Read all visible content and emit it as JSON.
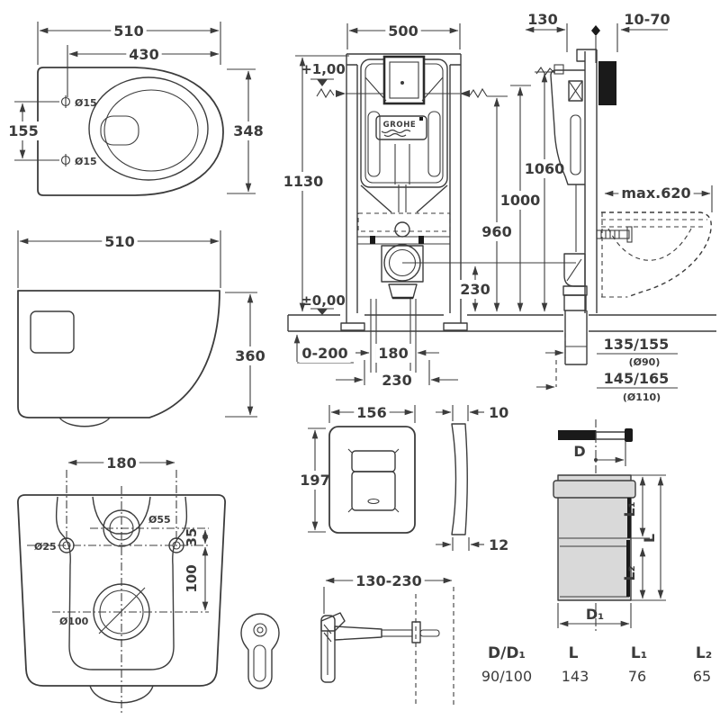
{
  "meta": {
    "background": "#ffffff",
    "line_color": "#3c3c3c",
    "pipe_fill": "#d9d9d9",
    "description": "Technical installation drawing: wall-hung toilet with GROHE concealed cistern frame, flush plate, wall bracket and extension pipe, all dimensions in mm"
  },
  "labels": {
    "top_view": {
      "dim_width": "510",
      "dim_seat": "430",
      "dim_holes": "155",
      "dim_depth": "348",
      "hole1": "Ø15",
      "hole2": "Ø15"
    },
    "side_view": {
      "dim_width": "510",
      "dim_height": "360"
    },
    "rear_view": {
      "dim_spacing": "180",
      "d_inlet": "Ø55",
      "d_bolt": "Ø25",
      "dim_35": "35",
      "dim_100": "100",
      "d_outlet": "Ø100"
    },
    "frame_front": {
      "dim_width": "500",
      "dim_height": "1130",
      "level_top": "+1,00",
      "level_zero": "±0,00",
      "dim_feet": "0-200",
      "dim_bolts": "180",
      "dim_outlet_w": "230",
      "brand": "GROHE"
    },
    "frame_dims": {
      "h960": "960",
      "h1000": "1000",
      "h1060": "1060",
      "outlet_height": "230"
    },
    "frame_side": {
      "dim_depth": "130",
      "dim_wall": "10-70",
      "dim_max": "max.620",
      "drain_a": "135/155",
      "drain_a_d": "(Ø90)",
      "drain_b": "145/165",
      "drain_b_d": "(Ø110)"
    },
    "plate": {
      "dim_w": "156",
      "dim_h": "197",
      "dim_t_top": "10",
      "dim_t_bottom": "12"
    },
    "bracket": {
      "dim_range": "130-230"
    },
    "pipe": {
      "d": "D",
      "d1": "D₁",
      "l": "L",
      "l1": "L₁",
      "l2": "L₂"
    },
    "table": {
      "headers": [
        "D/D₁",
        "L",
        "L₁",
        "L₂"
      ],
      "values": [
        "90/100",
        "143",
        "76",
        "65"
      ]
    }
  }
}
